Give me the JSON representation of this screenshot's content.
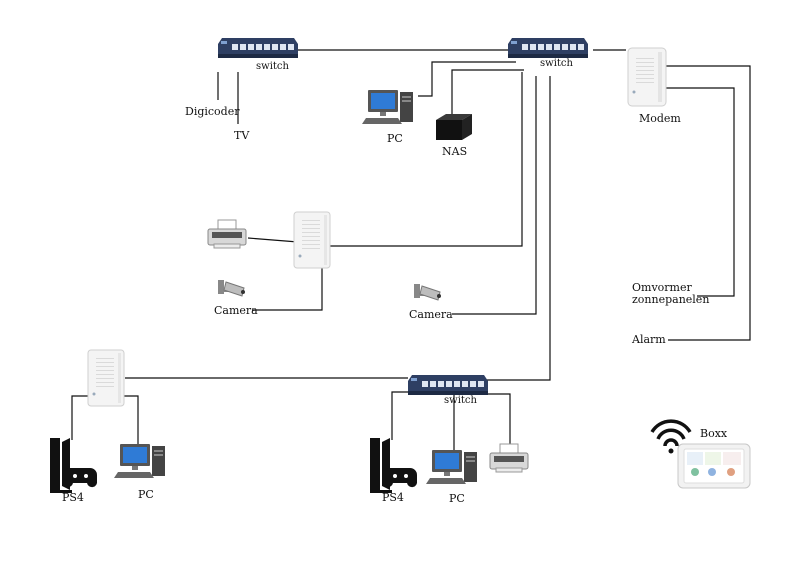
{
  "labels": {
    "switch_top_left": "switch",
    "switch_top_right": "switch",
    "switch_bottom": "switch",
    "digicoder": "Digicoder",
    "tv": "TV",
    "pc_top": "PC",
    "nas": "NAS",
    "modem": "Modem",
    "camera_left": "Camera",
    "camera_middle": "Camera",
    "omvormer_line1": "Omvormer",
    "omvormer_line2": "zonnepanelen",
    "alarm": "Alarm",
    "ps4_left": "PS4",
    "pc_bottom_left": "PC",
    "ps4_right": "PS4",
    "pc_bottom_right": "PC",
    "boxx": "Boxx"
  },
  "colors": {
    "switch_body": "#2e3f63",
    "switch_port": "#dfe6f2",
    "wire": "#111111",
    "device_white": "#f4f4f4",
    "device_outline": "#cfcfcf"
  },
  "icons": {
    "switch": "network-switch-icon",
    "modem": "modem-icon",
    "pc": "desktop-pc-icon",
    "nas": "nas-icon",
    "printer": "printer-icon",
    "camera": "security-camera-icon",
    "ps4": "game-console-icon",
    "wifi": "wifi-icon",
    "boxx": "smart-home-display-icon"
  }
}
